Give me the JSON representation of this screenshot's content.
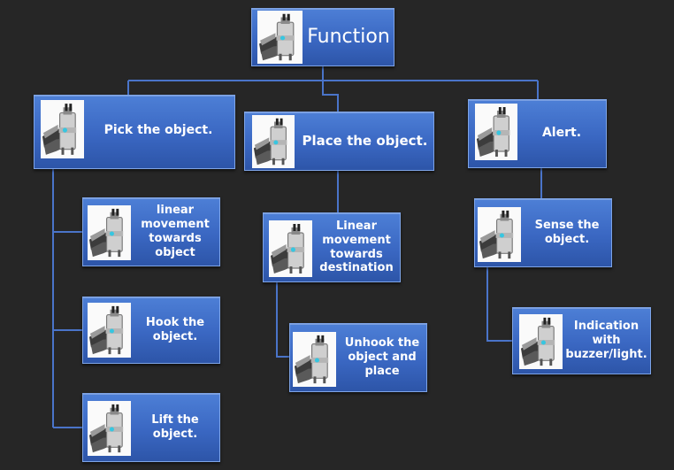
{
  "root": {
    "label": "Function",
    "icon": "robot-gripper-icon"
  },
  "level1": [
    {
      "label": "Pick the object.",
      "icon": "robot-gripper-icon"
    },
    {
      "label": "Place the object.",
      "icon": "robot-gripper-icon"
    },
    {
      "label": "Alert.",
      "icon": "robot-gripper-icon"
    }
  ],
  "pick_children": [
    {
      "label": "linear\nmovement\ntowards\nobject",
      "icon": "robot-gripper-icon"
    },
    {
      "label": "Hook the\nobject.",
      "icon": "robot-gripper-icon"
    },
    {
      "label": "Lift the\nobject.",
      "icon": "robot-gripper-icon"
    }
  ],
  "place_children": [
    {
      "label": "Linear\nmovement\ntowards\ndestination",
      "icon": "robot-gripper-icon"
    },
    {
      "label": "Unhook the\nobject and\nplace",
      "icon": "robot-gripper-icon"
    }
  ],
  "alert_children": [
    {
      "label": "Sense the\nobject.",
      "icon": "robot-gripper-icon"
    },
    {
      "label": "Indication\nwith\nbuzzer/light.",
      "icon": "robot-gripper-icon"
    }
  ],
  "colors": {
    "background": "#262626",
    "node_fill": "#3a67c2",
    "node_border": "#7ea4e6",
    "connector": "#4a74c9",
    "text": "#ffffff"
  }
}
